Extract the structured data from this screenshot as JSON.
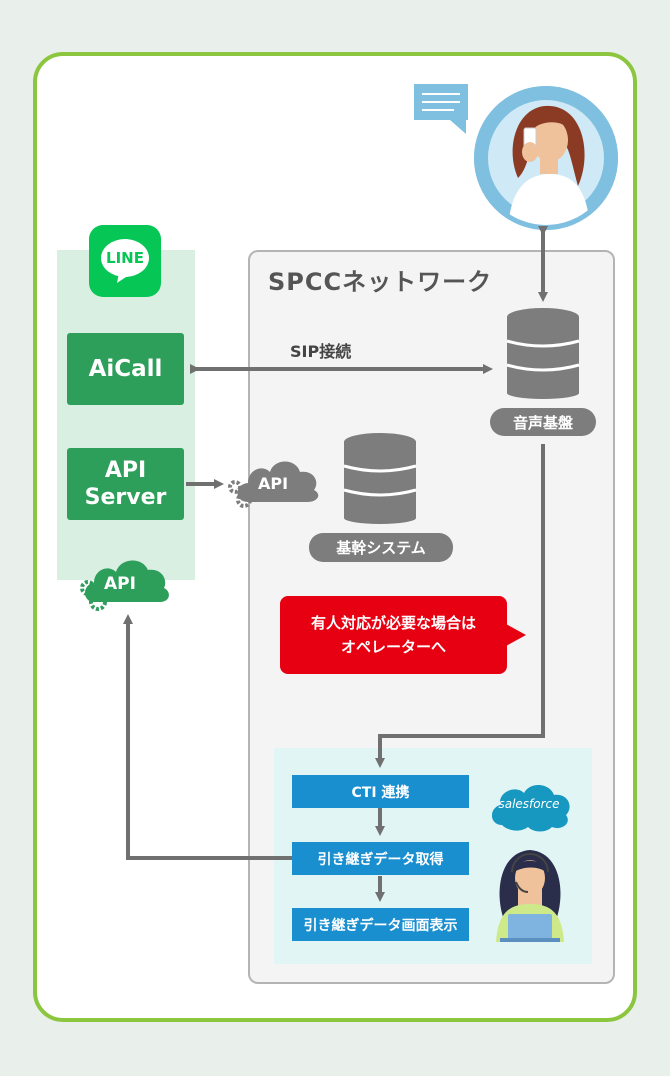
{
  "line_logo": {
    "text": "LINE"
  },
  "aicall": {
    "label": "AiCall"
  },
  "api_server": {
    "line1": "API",
    "line2": "Server"
  },
  "api_cloud_left": {
    "label": "API"
  },
  "api_cloud_mid": {
    "label": "API"
  },
  "spcc": {
    "title": "SPCCネットワーク"
  },
  "sip": {
    "label": "SIP接続"
  },
  "voice_base": {
    "label": "音声基盤"
  },
  "core_system": {
    "label": "基幹システム"
  },
  "operator_note": {
    "line1": "有人対応が必要な場合は",
    "line2": "オペレーターへ"
  },
  "salesforce": {
    "label": "salesforce"
  },
  "flow": [
    {
      "label": "CTI 連携"
    },
    {
      "label": "引き継ぎデータ取得"
    },
    {
      "label": "引き継ぎデータ画面表示"
    }
  ],
  "colors": {
    "frame_green": "#8cc63f",
    "app_green": "#2e9e5b",
    "line_green": "#06c755",
    "red": "#e60012",
    "blue": "#1a8fd0",
    "gray": "#7d7d7d",
    "salesforce_blue": "#1798c1"
  }
}
